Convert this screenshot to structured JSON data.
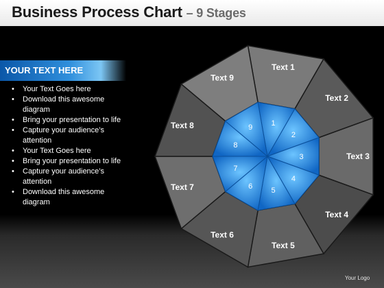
{
  "title": "Business Process Chart",
  "subtitle": "– 9 Stages",
  "sidebar": {
    "header": "YOUR TEXT HERE",
    "bullets": [
      "Your Text Goes here",
      "Download this awesome diagram",
      "Bring your presentation to life",
      "Capture your audience’s attention",
      "Your Text Goes here",
      "Bring your presentation to life",
      "Capture your audience’s attention",
      "Download this awesome diagram"
    ]
  },
  "diagram": {
    "outer_labels": [
      "Text 1",
      "Text 2",
      "Text 3",
      "Text 4",
      "Text 5",
      "Text 6",
      "Text 7",
      "Text 8",
      "Text 9"
    ],
    "inner_numbers": [
      "1",
      "2",
      "3",
      "4",
      "5",
      "6",
      "7",
      "8",
      "9"
    ],
    "colors": {
      "inner": "#1e8fe0",
      "inner_stroke": "#0a4f9a",
      "outer": "#6e6e6e",
      "outer_stroke": "#1a1a1a"
    }
  },
  "logo": "Your Logo"
}
